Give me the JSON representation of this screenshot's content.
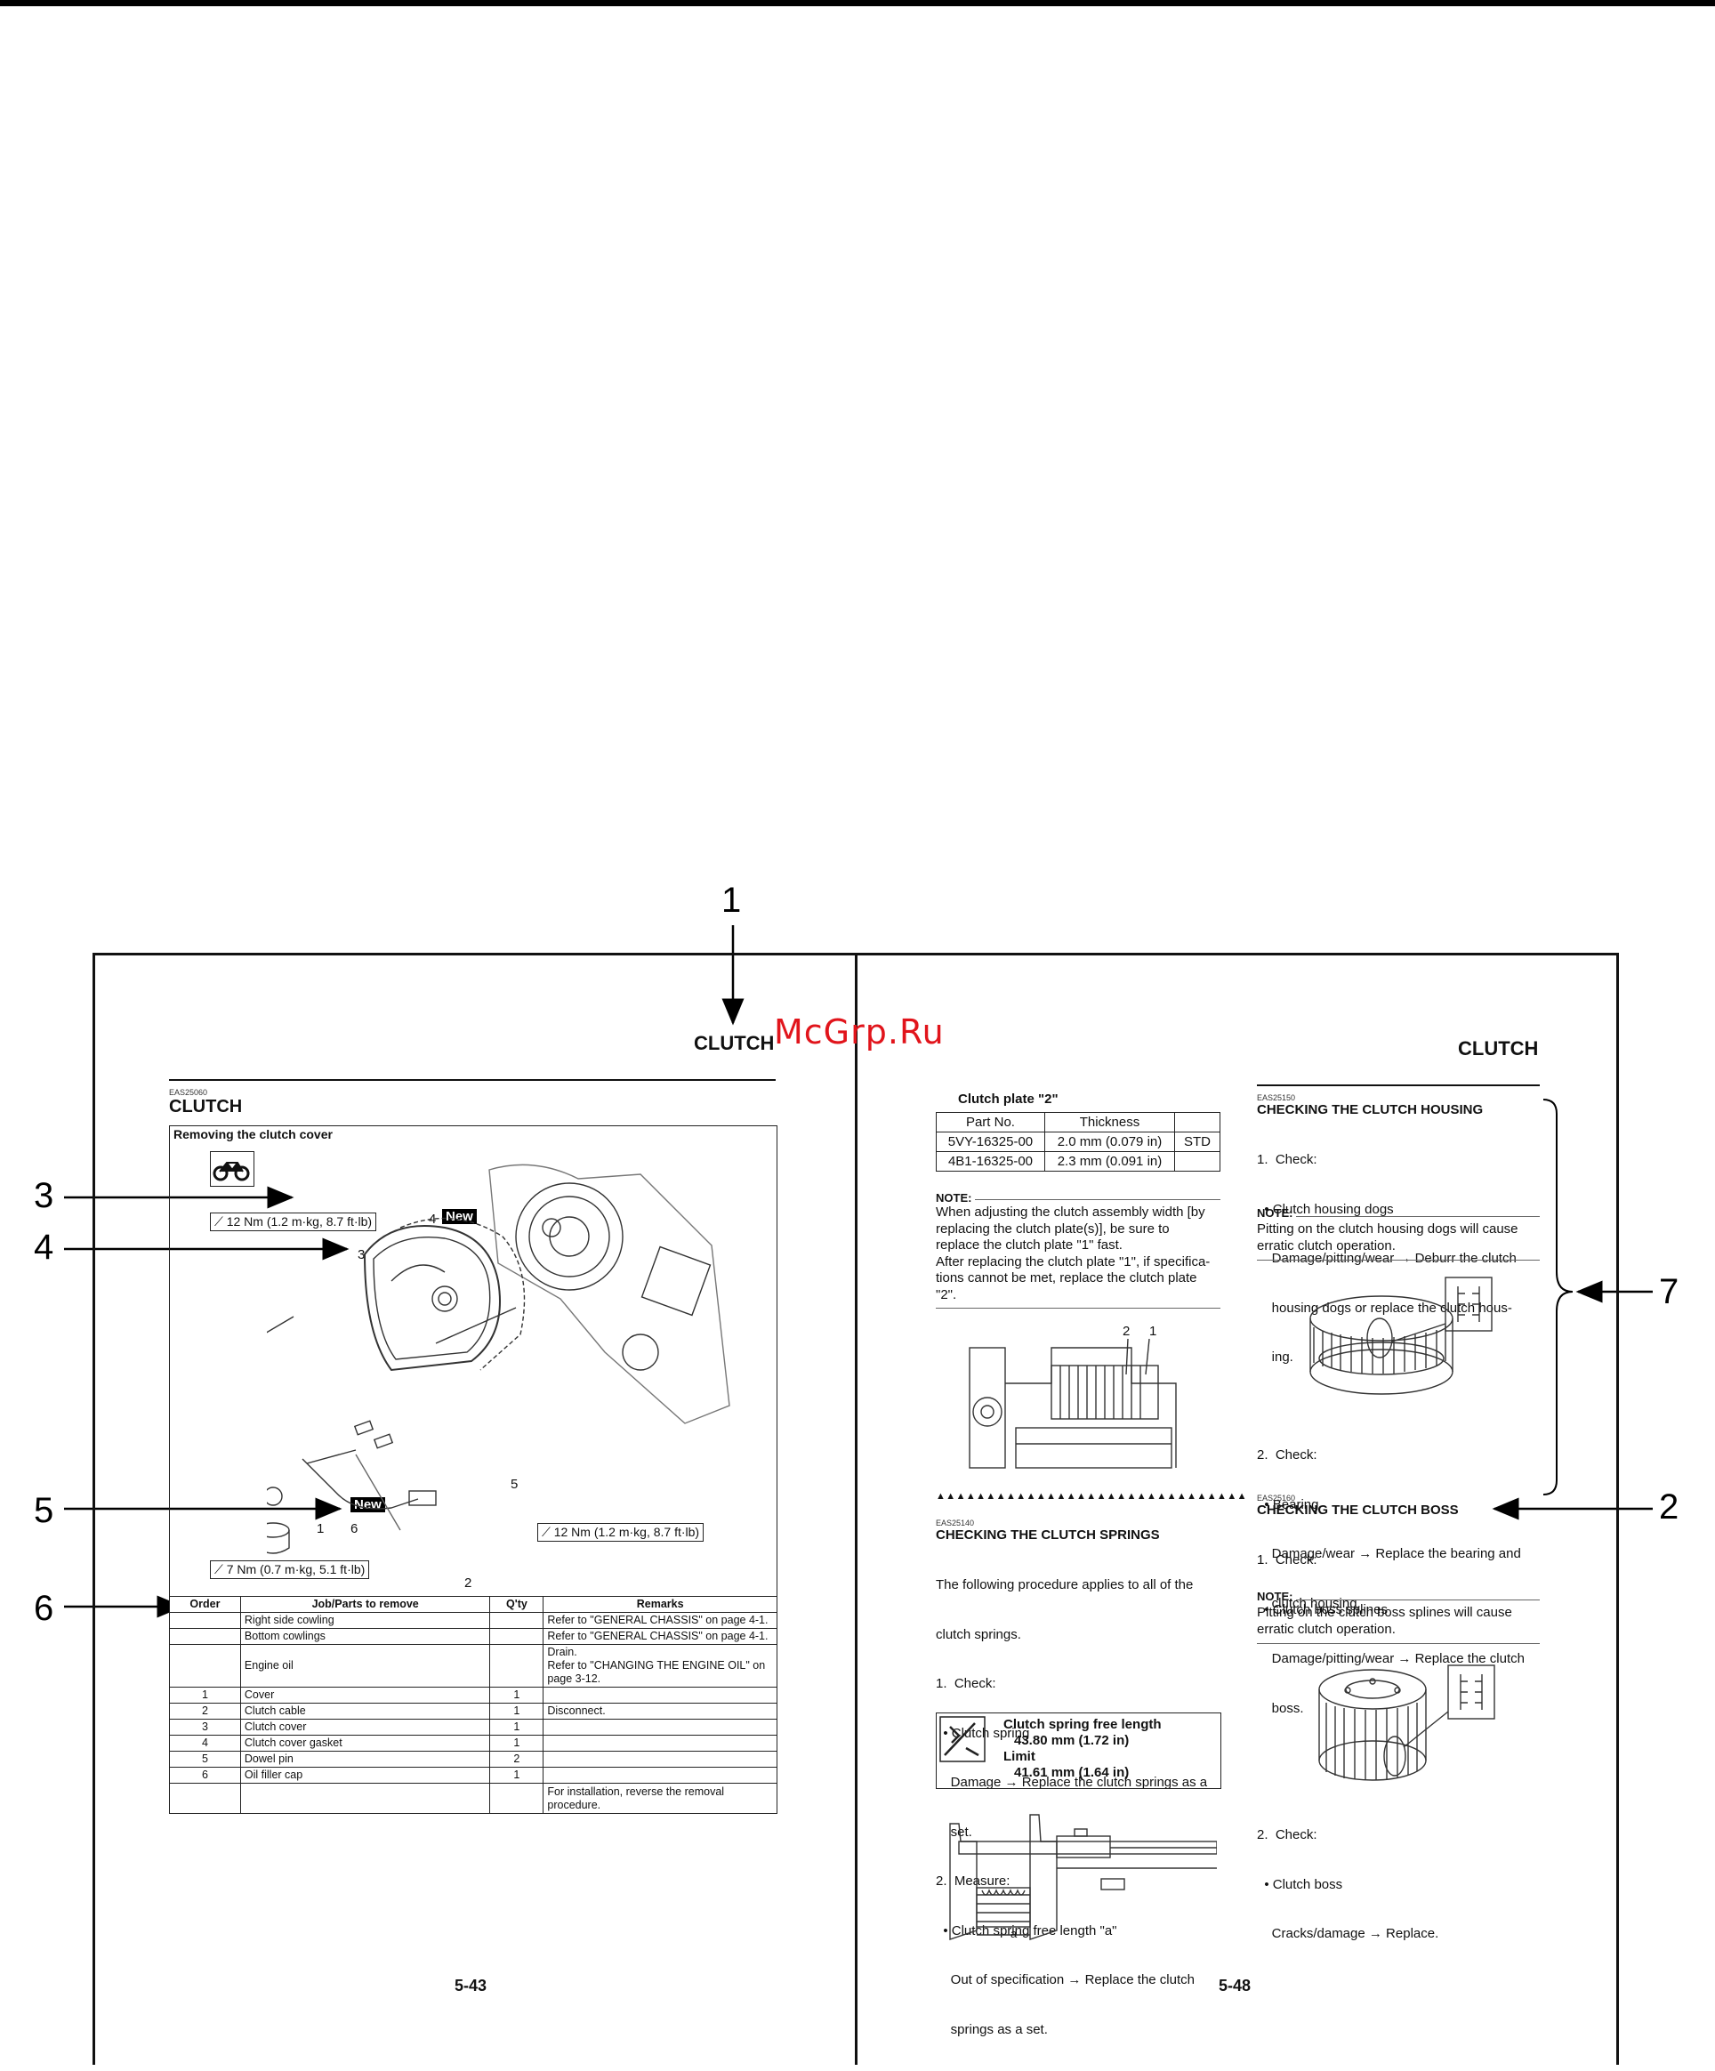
{
  "watermark": "McGrp.Ru",
  "callouts": [
    "1",
    "2",
    "3",
    "4",
    "5",
    "6",
    "7"
  ],
  "left_page": {
    "running_head": "CLUTCH",
    "eas_code": "EAS25060",
    "section_title": "CLUTCH",
    "figure_title": "Removing the clutch cover",
    "torque_1": "12 Nm (1.2 m·kg, 8.7 ft·lb)",
    "torque_2": "12 Nm (1.2 m·kg, 8.7 ft·lb)",
    "torque_3": "7 Nm (0.7 m·kg, 5.1 ft·lb)",
    "new_label": "New",
    "diagram_numbers": [
      "4",
      "3",
      "5",
      "1",
      "6",
      "2"
    ],
    "table": {
      "headers": [
        "Order",
        "Job/Parts to remove",
        "Q'ty",
        "Remarks"
      ],
      "rows": [
        [
          "",
          "Right side cowling",
          "",
          "Refer to \"GENERAL CHASSIS\" on page 4-1."
        ],
        [
          "",
          "Bottom cowlings",
          "",
          "Refer to \"GENERAL CHASSIS\" on page 4-1."
        ],
        [
          "",
          "Engine oil",
          "",
          "Drain.\nRefer to \"CHANGING THE ENGINE OIL\" on page 3-12."
        ],
        [
          "1",
          "Cover",
          "1",
          ""
        ],
        [
          "2",
          "Clutch cable",
          "1",
          "Disconnect."
        ],
        [
          "3",
          "Clutch cover",
          "1",
          ""
        ],
        [
          "4",
          "Clutch cover gasket",
          "1",
          ""
        ],
        [
          "5",
          "Dowel pin",
          "2",
          ""
        ],
        [
          "6",
          "Oil filler cap",
          "1",
          ""
        ],
        [
          "",
          "",
          "",
          "For installation, reverse the removal procedure."
        ]
      ]
    },
    "page_number": "5-43"
  },
  "right_page": {
    "running_head": "CLUTCH",
    "plate_table": {
      "title": "Clutch plate \"2\"",
      "headers": [
        "Part No.",
        "Thickness",
        ""
      ],
      "rows": [
        [
          "5VY-16325-00",
          "2.0 mm (0.079 in)",
          "STD"
        ],
        [
          "4B1-16325-00",
          "2.3 mm (0.091 in)",
          ""
        ]
      ]
    },
    "note1_label": "NOTE:",
    "note1_lines": [
      "When adjusting the clutch assembly width [by",
      "replacing the clutch plate(s)], be sure to",
      "replace the clutch plate \"1\" fast.",
      "After replacing the clutch plate \"1\", if specifica-",
      "tions cannot be met, replace the clutch plate",
      "\"2\"."
    ],
    "fig_numbers": [
      "2",
      "1"
    ],
    "triangles": "▲▲▲▲▲▲▲▲▲▲▲▲▲▲▲▲▲▲▲▲▲▲▲▲▲▲▲▲▲▲▲",
    "springs": {
      "eas": "EAS25140",
      "title": "CHECKING THE CLUTCH SPRINGS",
      "lines": [
        "The following procedure applies to all of the",
        "clutch springs.",
        "1.  Check:",
        "  • Clutch spring",
        "    Damage → Replace the clutch springs as a",
        "    set.",
        "2.  Measure:",
        "  • Clutch spring free length \"a\"",
        "    Out of specification → Replace the clutch",
        "    springs as a set."
      ],
      "spec_title": "Clutch spring free length",
      "spec_value": "43.80 mm (1.72 in)",
      "limit_label": "Limit",
      "limit_value": "41.61 mm (1.64 in)",
      "a_label": "a"
    },
    "housing": {
      "eas": "EAS25150",
      "title": "CHECKING THE CLUTCH HOUSING",
      "lines": [
        "1.  Check:",
        "  • Clutch housing dogs",
        "    Damage/pitting/wear → Deburr the clutch",
        "    housing dogs or replace the clutch hous-",
        "    ing."
      ],
      "note_label": "NOTE:",
      "note_lines": [
        "Pitting on the clutch housing dogs will cause",
        "erratic clutch operation."
      ],
      "check2": [
        "2.  Check:",
        "  • Bearing",
        "    Damage/wear → Replace the bearing and",
        "    clutch housing."
      ]
    },
    "boss": {
      "eas": "EAS25160",
      "title": "CHECKING THE CLUTCH BOSS",
      "lines": [
        "1.  Check:",
        "  • Clutch boss splines",
        "    Damage/pitting/wear → Replace the clutch",
        "    boss."
      ],
      "note_label": "NOTE:",
      "note_lines": [
        "Pitting on the clutch boss splines will cause",
        "erratic clutch operation."
      ],
      "check2": [
        "2.  Check:",
        "  • Clutch boss",
        "    Cracks/damage → Replace."
      ]
    },
    "page_number": "5-48"
  }
}
